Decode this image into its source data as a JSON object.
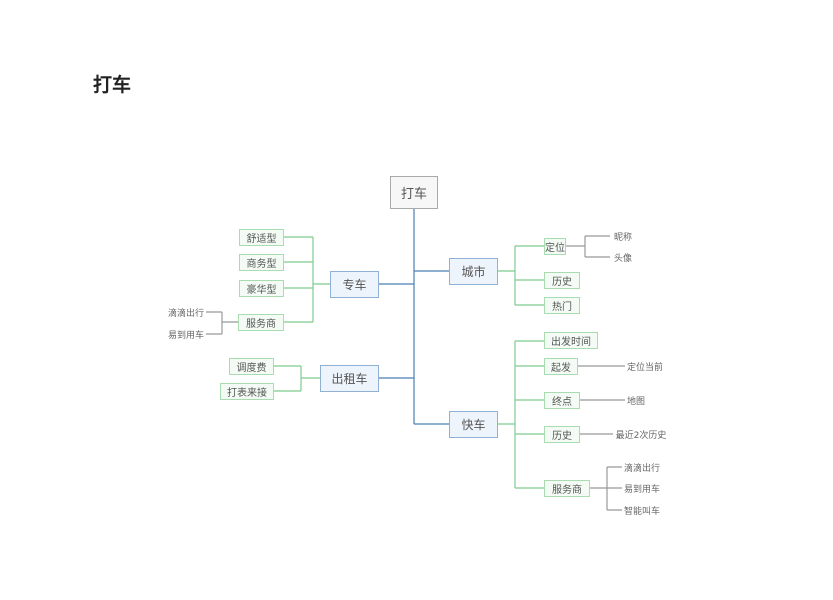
{
  "title": "打车",
  "colors": {
    "blue_line": "#4a7fb5",
    "green_line": "#7fcc8f",
    "gray_line": "#999999"
  },
  "root": "打车",
  "zhuanche": {
    "label": "专车",
    "children": [
      "舒适型",
      "商务型",
      "豪华型",
      "服务商"
    ],
    "fuwushang_children": [
      "滴滴出行",
      "易到用车"
    ]
  },
  "chuzuche": {
    "label": "出租车",
    "children": [
      "调度费",
      "打表来接"
    ]
  },
  "chengshi": {
    "label": "城市",
    "children": [
      "定位",
      "历史",
      "热门"
    ],
    "dingwei_children": [
      "昵称",
      "头像"
    ]
  },
  "kuaiche": {
    "label": "快车",
    "children": [
      "出发时间",
      "起发",
      "终点",
      "历史",
      "服务商"
    ],
    "qifa_child": "定位当前",
    "zhongdian_child": "地图",
    "lishi_child": "最近2次历史",
    "fuwushang_children": [
      "滴滴出行",
      "易到用车",
      "智能叫车"
    ]
  }
}
